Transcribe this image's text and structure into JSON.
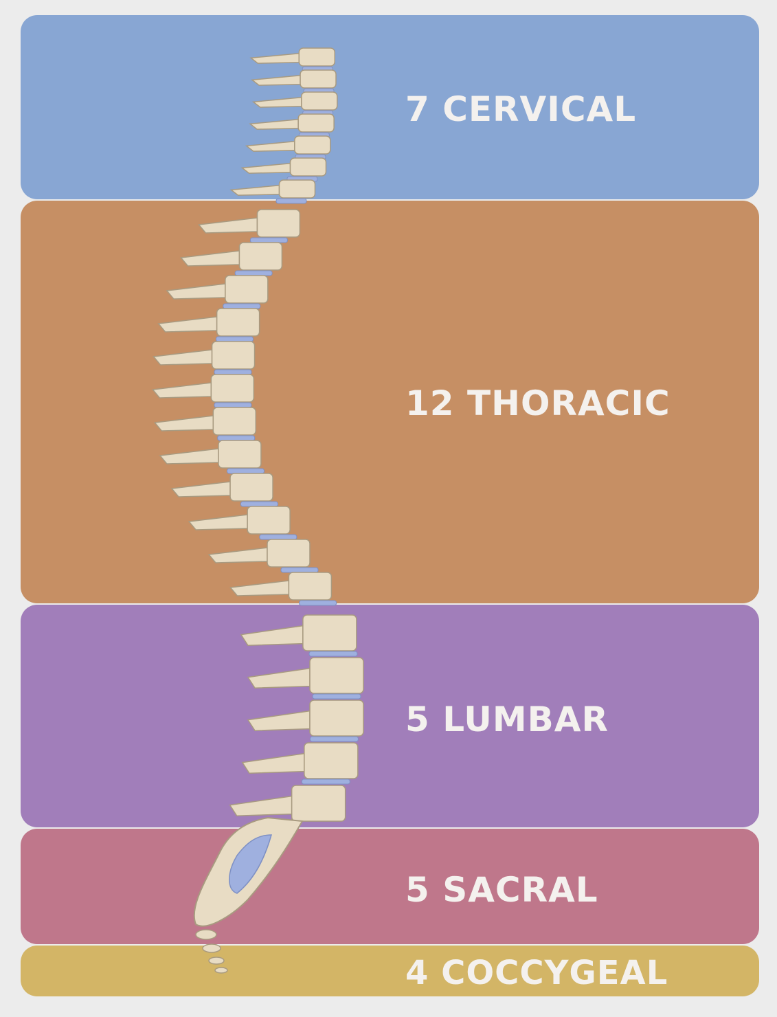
{
  "regions": [
    {
      "key": "cervical",
      "label": "7 CERVICAL",
      "color": "#88a6d3"
    },
    {
      "key": "thoracic",
      "label": "12 THORACIC",
      "color": "#c68f64"
    },
    {
      "key": "lumbar",
      "label": "5 LUMBAR",
      "color": "#a17eba"
    },
    {
      "key": "sacral",
      "label": "5 SACRAL",
      "color": "#bf778b"
    },
    {
      "key": "coccygeal",
      "label": "4 COCCYGEAL",
      "color": "#d3b566"
    }
  ],
  "colors": {
    "bone": "#e8dcc4",
    "bone_outline": "#a89a80",
    "disc": "#9fb0df",
    "background": "#ececec"
  }
}
